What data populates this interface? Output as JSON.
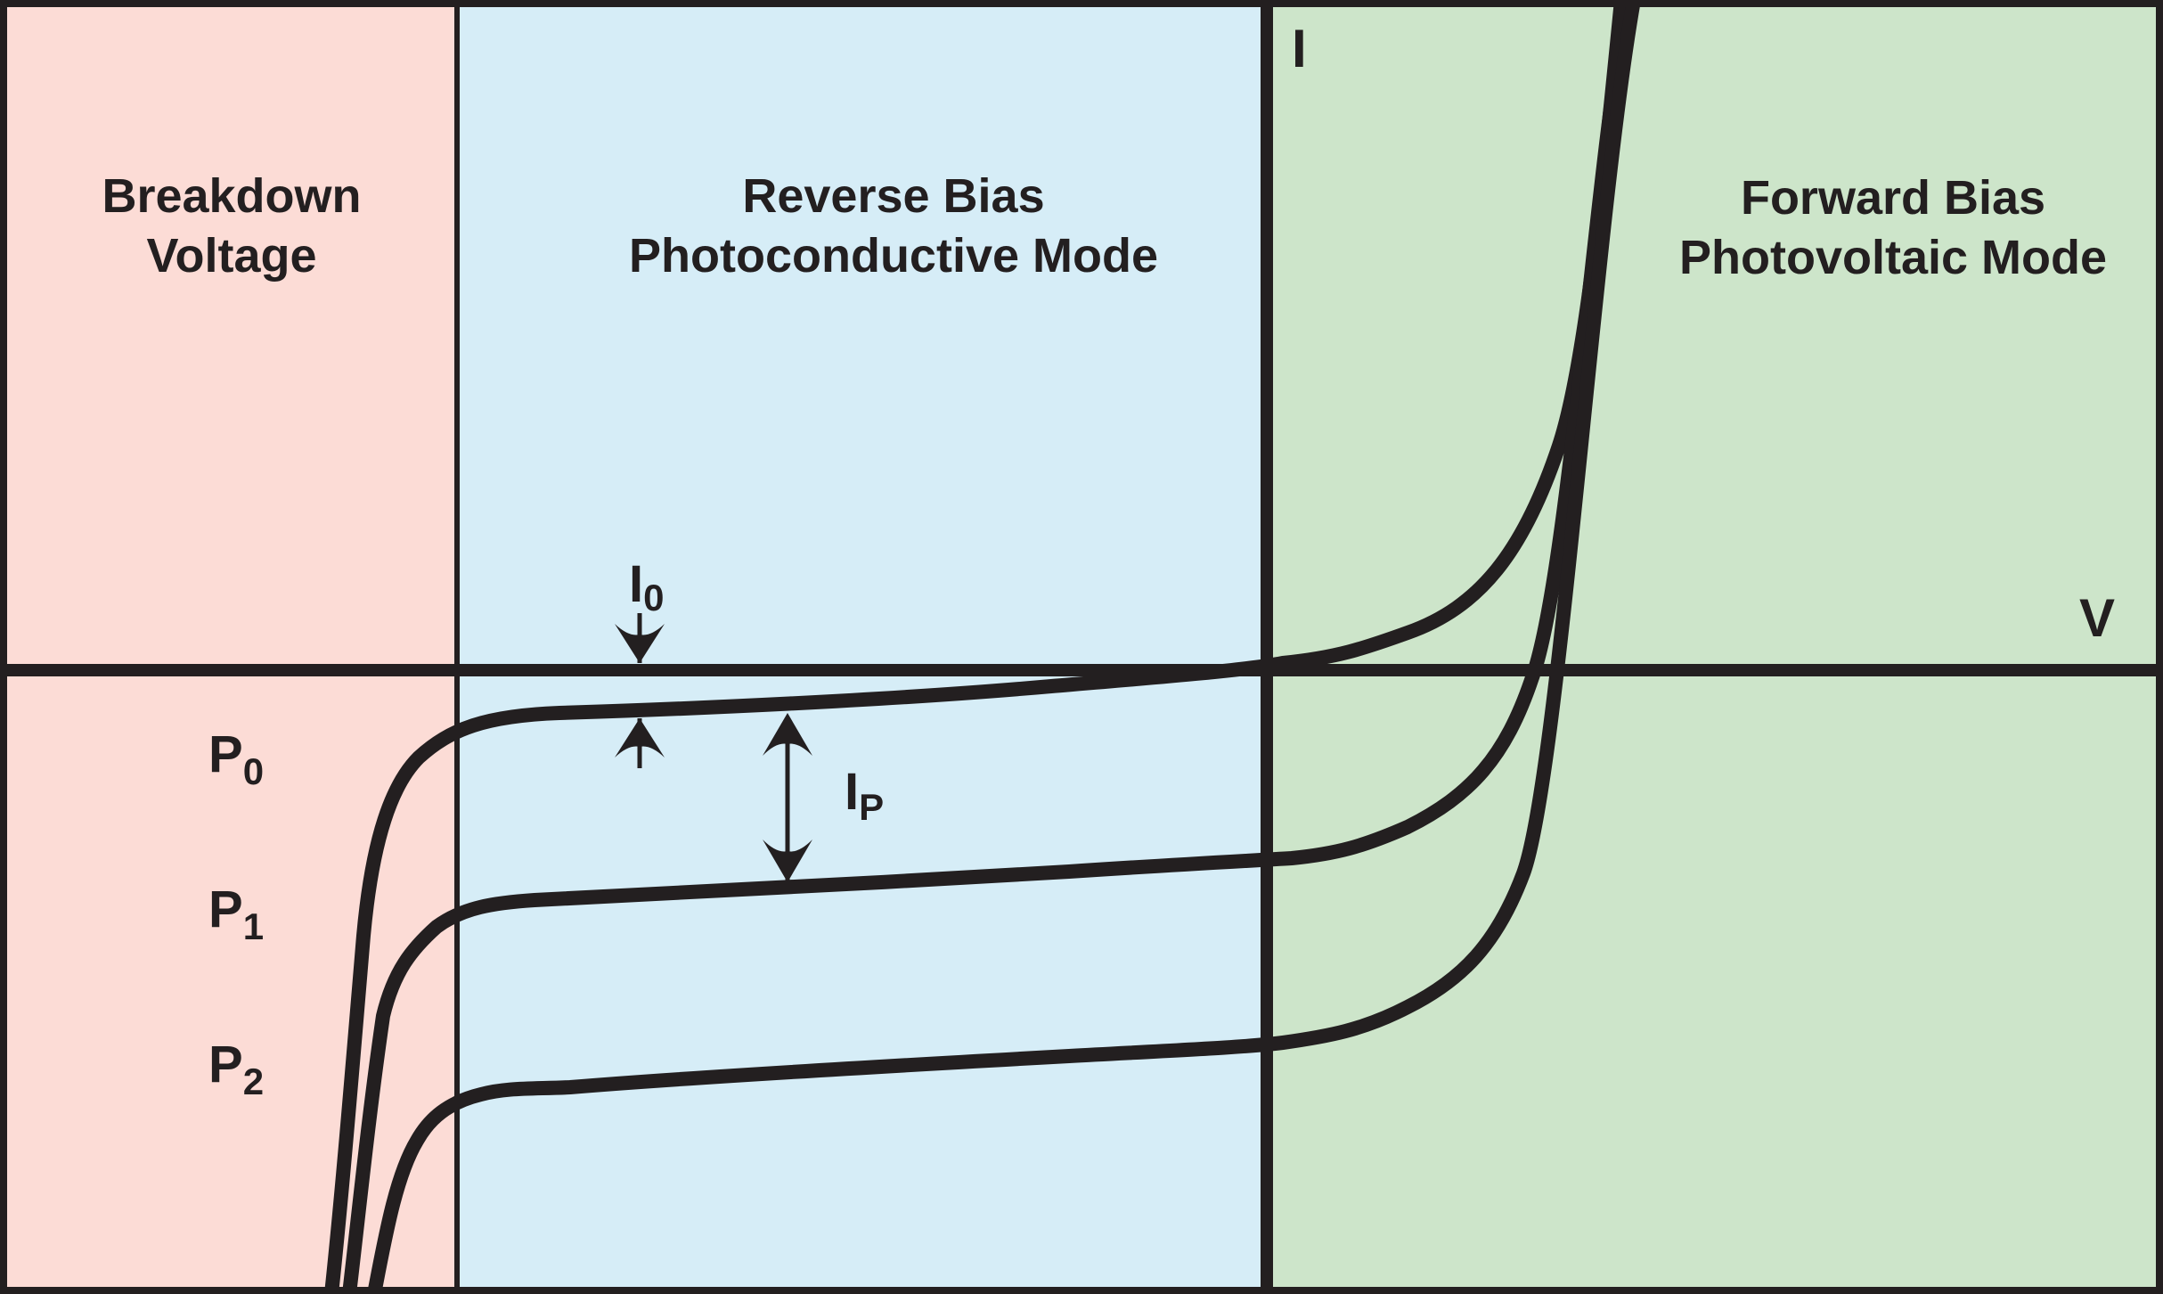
{
  "regions": {
    "breakdown": {
      "line1": "Breakdown",
      "line2": "Voltage",
      "color": "#fcdcd6"
    },
    "reverse": {
      "line1": "Reverse Bias",
      "line2": "Photoconductive Mode",
      "color": "#d6edf7"
    },
    "forward": {
      "line1": "Forward Bias",
      "line2": "Photovoltaic Mode",
      "color": "#cde5ca"
    }
  },
  "axes": {
    "current_label": "I",
    "voltage_label": "V",
    "line_color": "#231f20"
  },
  "curves": [
    {
      "label": "P",
      "subscript": "0"
    },
    {
      "label": "P",
      "subscript": "1"
    },
    {
      "label": "P",
      "subscript": "2"
    }
  ],
  "annotations": {
    "dark_current": {
      "label": "I",
      "subscript": "0"
    },
    "photocurrent": {
      "label": "I",
      "subscript": "P"
    }
  }
}
